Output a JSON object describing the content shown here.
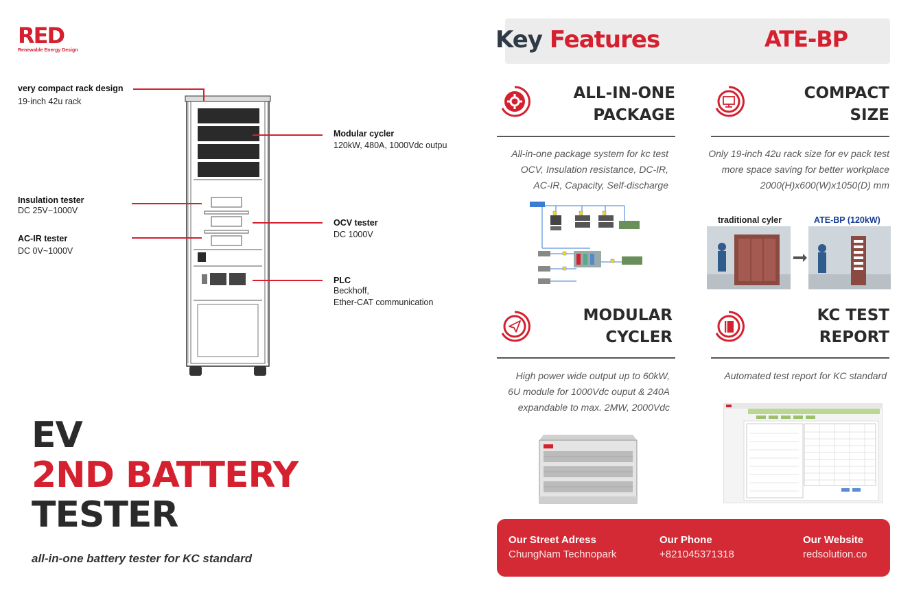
{
  "logo": {
    "letters": "RED",
    "subtitle": "Renewable Energy Design"
  },
  "callouts": {
    "rack": {
      "title": "very compact rack design",
      "sub": "19-inch 42u rack"
    },
    "cycler": {
      "title": "Modular cycler",
      "sub": "120kW, 480A, 1000Vdc outpu"
    },
    "insulation": {
      "title": "Insulation tester",
      "sub": "DC 25V~1000V"
    },
    "ocv": {
      "title": "OCV tester",
      "sub": "DC 1000V"
    },
    "acir": {
      "title": "AC-IR tester",
      "sub": "DC 0V~1000V"
    },
    "plc": {
      "title": "PLC",
      "sub1": "Beckhoff,",
      "sub2": "Ether-CAT communication"
    }
  },
  "hero": {
    "line1": "EV",
    "line2": "2ND BATTERY",
    "line3": "TESTER",
    "tagline": "all-in-one battery tester for KC standard"
  },
  "key_features": {
    "title_a": "Key",
    "title_b": "Features",
    "model": "ATE-BP",
    "items": [
      {
        "head1": "ALL-IN-ONE",
        "head2": "PACKAGE",
        "desc": [
          "All-in-one package system for kc test",
          "OCV, Insulation resistance, DC-IR,",
          "AC-IR, Capacity, Self-discharge"
        ]
      },
      {
        "head1": "COMPACT",
        "head2": "SIZE",
        "desc": [
          "Only 19-inch 42u rack size for ev pack test",
          "more space saving for better workplace",
          "2000(H)x600(W)x1050(D) mm"
        ]
      },
      {
        "head1": "MODULAR",
        "head2": "CYCLER",
        "desc": [
          "High power wide output up to 60kW,",
          "6U module for 1000Vdc ouput & 240A",
          "expandable to max. 2MW, 2000Vdc"
        ]
      },
      {
        "head1": "KC TEST",
        "head2": "REPORT",
        "desc": [
          "Automated test report for KC standard"
        ]
      }
    ],
    "compare": {
      "left": "traditional cyler",
      "right": "ATE-BP (120kW)"
    }
  },
  "footer": {
    "address_label": "Our Street Adress",
    "address": "ChungNam Technopark",
    "phone_label": "Our Phone",
    "phone": "+821045371318",
    "web_label": "Our Website",
    "web": "redsolution.co"
  },
  "colors": {
    "accent": "#d4202f",
    "dark": "#2a2a2a"
  }
}
